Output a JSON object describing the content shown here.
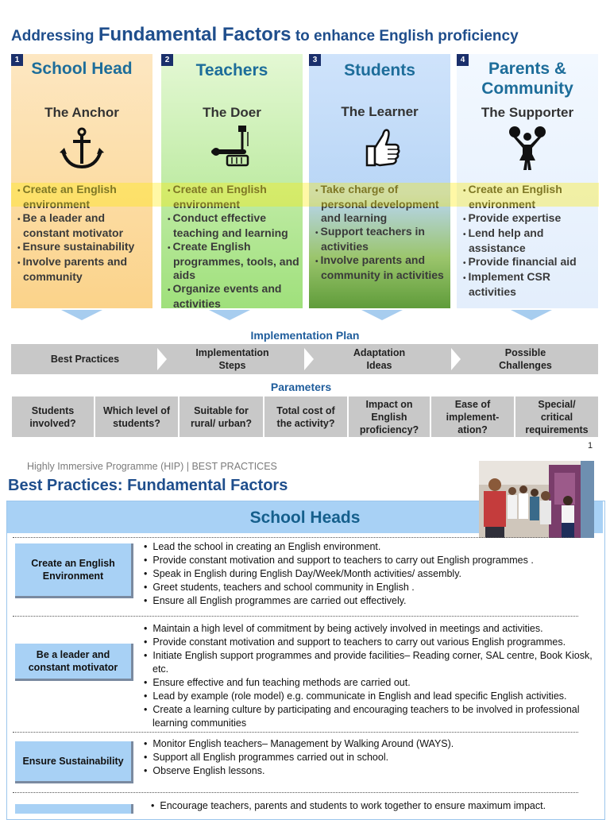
{
  "title": {
    "part1": "Addressing",
    "part2": "Fundamental Factors",
    "part3": "to enhance English proficiency"
  },
  "columns": [
    {
      "num": "1",
      "title": "School Head",
      "role": "The Anchor",
      "icon": "anchor-icon",
      "items": [
        "Create an English environment",
        "Be a leader and constant motivator",
        "Ensure sustainability",
        "Involve parents and community"
      ]
    },
    {
      "num": "2",
      "title": "Teachers",
      "role": "The Doer",
      "icon": "tools-icon",
      "items": [
        "Create an English environment",
        "Conduct effective teaching and learning",
        "Create English programmes, tools, and aids",
        "Organize events and activities"
      ]
    },
    {
      "num": "3",
      "title": "Students",
      "role": "The Learner",
      "icon": "thumbs-up-icon",
      "items": [
        "Take charge of personal development and learning",
        "Support teachers in activities",
        "Involve parents and community in activities"
      ]
    },
    {
      "num": "4",
      "title": "Parents & Community",
      "role": "The Supporter",
      "icon": "cheerleader-icon",
      "items": [
        "Create an English environment",
        "Provide expertise",
        "Lend help and assistance",
        "Provide financial aid",
        "Implement CSR activities"
      ]
    }
  ],
  "implementation_plan": {
    "label": "Implementation Plan",
    "steps": [
      "Best Practices",
      "Implementation Steps",
      "Adaptation Ideas",
      "Possible Challenges"
    ]
  },
  "parameters": {
    "label": "Parameters",
    "items": [
      "Students involved?",
      "Which level of students?",
      "Suitable for rural/ urban?",
      "Total cost of the activity?",
      "Impact on English proficiency?",
      "Ease of implement-ation?",
      "Special/ critical requirements"
    ]
  },
  "page_number": "1",
  "footer_caption": "Highly Immersive Programme (HIP) | BEST PRACTICES",
  "page2_title": "Best Practices: Fundamental Factors",
  "table": {
    "header": "School Heads",
    "rows": [
      {
        "label": "Create an English Environment",
        "items": [
          "Lead the school in creating an English environment.",
          "Provide constant motivation and support to teachers to carry out English programmes .",
          "Speak in English during English Day/Week/Month activities/ assembly.",
          "Greet students, teachers and school community in English .",
          "Ensure all English programmes are carried out effectively."
        ]
      },
      {
        "label": "Be a leader and constant motivator",
        "items": [
          "Maintain a high level of commitment by being actively involved in meetings and activities.",
          "Provide constant motivation and support to teachers to carry out various English programmes.",
          "Initiate English support programmes and provide facilities– Reading corner, SAL centre, Book Kiosk, etc.",
          "Ensure effective and fun teaching methods are carried out.",
          "Lead by example (role model) e.g. communicate in English and lead specific English activities.",
          "Create a learning culture by participating  and encouraging teachers to be involved in professional learning communities"
        ]
      },
      {
        "label": "Ensure Sustainability",
        "items": [
          "Monitor English teachers– Management by Walking Around  (WAYS).",
          "Support all English programmes carried out in school.",
          "Observe English lessons."
        ]
      },
      {
        "label": "",
        "items": [
          "Encourage teachers, parents and students to work together to ensure maximum impact."
        ]
      }
    ]
  }
}
